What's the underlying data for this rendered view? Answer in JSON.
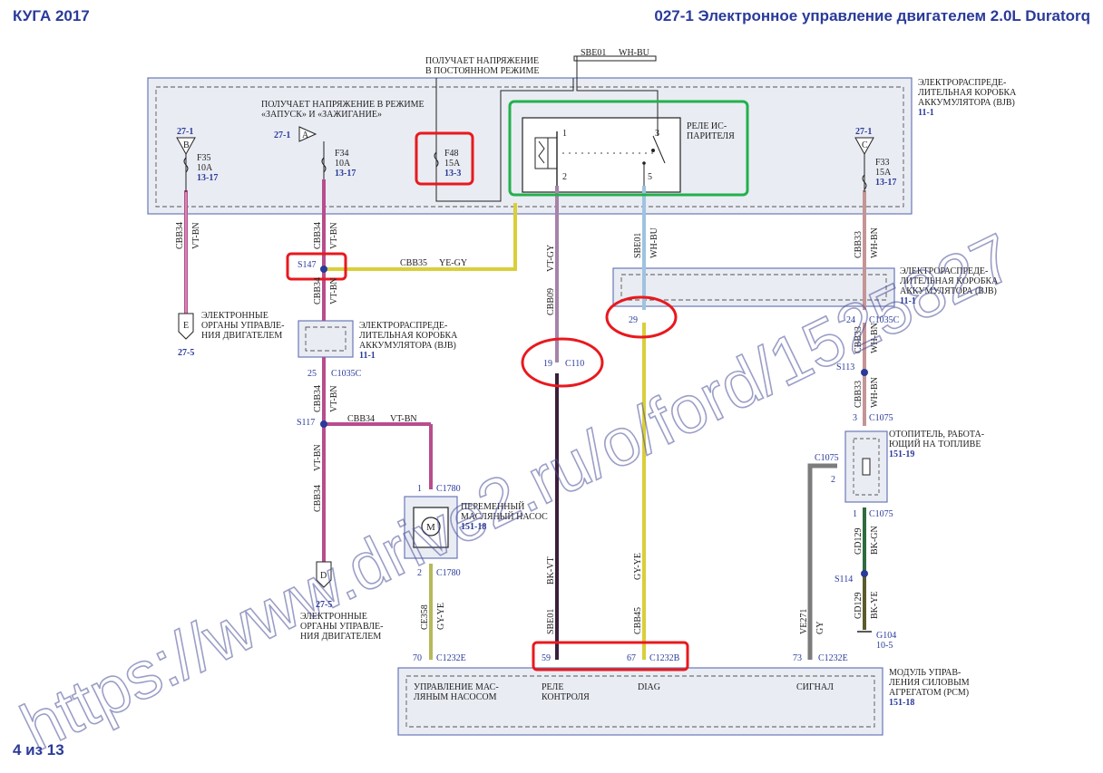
{
  "header": {
    "model": "КУГА 2017",
    "title": "027-1 Электронное управление двигателем  2.0L Duratorq"
  },
  "footer": {
    "page": "4 из 13"
  },
  "watermark": "https://www.drive2.ru/o/ford/1525827",
  "notes": {
    "constant_power_1": "ПОЛУЧАЕТ НАПРЯЖЕНИЕ",
    "constant_power_2": "В ПОСТОЯННОМ РЕЖИМЕ",
    "start_power_1": "ПОЛУЧАЕТ НАПРЯЖЕНИЕ В РЕЖИМЕ",
    "start_power_2": "«ЗАПУСК» И «ЗАЖИГАНИЕ»"
  },
  "modules": {
    "bjb_top": {
      "l1": "ЭЛЕКТРОРАСПРЕДЕ-",
      "l2": "ЛИТЕЛЬНАЯ КОРОБКА",
      "l3": "АККУМУЛЯТОРА (BJB)",
      "ref": "11-1"
    },
    "bjb_mid_right": {
      "l1": "ЭЛЕКТРОРАСПРЕДЕ-",
      "l2": "ЛИТЕЛЬНАЯ КОРОБКА",
      "l3": "АККУМУЛЯТОРА (BJB)",
      "ref": "11-1"
    },
    "bjb_small": {
      "l1": "ЭЛЕКТРОРАСПРЕДЕ-",
      "l2": "ЛИТЕЛЬНАЯ КОРОБКА",
      "l3": "АККУМУЛЯТОРА (BJB)",
      "ref": "11-1"
    },
    "relay": {
      "l1": "РЕЛЕ ИС-",
      "l2": "ПАРИТЕЛЯ"
    },
    "heater": {
      "l1": "ОТОПИТЕЛЬ, РАБОТА-",
      "l2": "ЮЩИЙ НА ТОПЛИВЕ",
      "ref": "151-19"
    },
    "oil_pump": {
      "l1": "ПЕРЕМЕННЫЙ",
      "l2": "МАСЛЯНЫЙ НАСОС",
      "ref": "151-18"
    },
    "pcm": {
      "l1": "МОДУЛЬ УПРАВ-",
      "l2": "ЛЕНИЯ СИЛОВЫМ",
      "l3": "АГРЕГАТОМ (PCM)",
      "ref": "151-18"
    },
    "engine_ctrl_e": {
      "l1": "ЭЛЕКТРОННЫЕ",
      "l2": "ОРГАНЫ УПРАВЛЕ-",
      "l3": "НИЯ ДВИГАТЕЛЕМ",
      "ref": "27-5"
    },
    "engine_ctrl_d": {
      "l1": "ЭЛЕКТРОННЫЕ",
      "l2": "ОРГАНЫ УПРАВЛЕ-",
      "l3": "НИЯ ДВИГАТЕЛЕМ",
      "ref": "27-5"
    }
  },
  "pcm_functions": {
    "oil_1": "УПРАВЛЕНИЕ МАС-",
    "oil_2": "ЛЯНЫМ НАСОСОМ",
    "relay_1": "РЕЛЕ",
    "relay_2": "КОНТРОЛЯ",
    "diag": "DIAG",
    "signal": "СИГНАЛ"
  },
  "fuses": [
    {
      "name": "F35",
      "rating": "10A",
      "ref": "13-17",
      "src": "27-1",
      "letter": "B"
    },
    {
      "name": "F34",
      "rating": "10A",
      "ref": "13-17",
      "src": "27-1",
      "letter": "A"
    },
    {
      "name": "F48",
      "rating": "15A",
      "ref": "13-3"
    },
    {
      "name": "F33",
      "rating": "15A",
      "ref": "13-17",
      "src": "27-1",
      "letter": "C"
    }
  ],
  "terminals": {
    "e": "E",
    "d": "D"
  },
  "splices": {
    "s147": "S147",
    "s117": "S117",
    "s113": "S113",
    "s114": "S114"
  },
  "relay_pins": {
    "p1": "1",
    "p2": "2",
    "p3": "3",
    "p5": "5"
  },
  "connectors": {
    "c1035c_25": {
      "pin": "25",
      "name": "C1035C"
    },
    "c1035c_24": {
      "pin": "24",
      "name": "C1035C"
    },
    "c1035c_29": {
      "pin": "29"
    },
    "c110": {
      "pin": "19",
      "name": "C110"
    },
    "c1780_1": {
      "pin": "1",
      "name": "C1780"
    },
    "c1780_2": {
      "pin": "2",
      "name": "C1780"
    },
    "c1075_3": {
      "pin": "3",
      "name": "C1075"
    },
    "c1075_2": {
      "pin": "2",
      "name": "C1075"
    },
    "c1075_1": {
      "pin": "1",
      "name": "C1075"
    },
    "c1232e_70": {
      "pin": "70",
      "name": "C1232E"
    },
    "c1232b_59": {
      "pin": "59"
    },
    "c1232b_67": {
      "pin": "67",
      "name": "C1232B"
    },
    "c1232e_73": {
      "pin": "73",
      "name": "C1232E"
    }
  },
  "ground": {
    "name": "G104",
    "ref": "10-5"
  },
  "wires": {
    "cbb34": "CBB34",
    "vt_bn": "VT-BN",
    "cbb35": "CBB35",
    "ye_gy": "YE-GY",
    "cbb09": "CBB09",
    "vt_gy": "VT-GY",
    "sbe01": "SBE01",
    "wh_bu": "WH-BU",
    "bk_vt": "BK-VT",
    "cbb33": "CBB33",
    "wh_bn": "WH-BN",
    "cbb45": "CBB45",
    "gy_ye": "GY-YE",
    "ce358": "CE358",
    "gd129": "GD129",
    "bk_gn": "BK-GN",
    "bk_ye": "BK-YE",
    "ve271": "VE271",
    "gy": "GY"
  },
  "colors": {
    "header": "#2a3a9a",
    "module_fill": "#e9ecf3",
    "module_border": "#6a78b8",
    "vt_bn": "#b84d8c",
    "ye_gy": "#d9cf3a",
    "vt_gy": "#a583a8",
    "wh_bu": "#9fc3e0",
    "wh_bn": "#c49595",
    "bk_gn": "#2e6b3e",
    "bk_ye": "#5c5a2a",
    "gy": "#7c7c7c",
    "highlight_red": "#e8191e",
    "highlight_green": "#22b14c"
  }
}
